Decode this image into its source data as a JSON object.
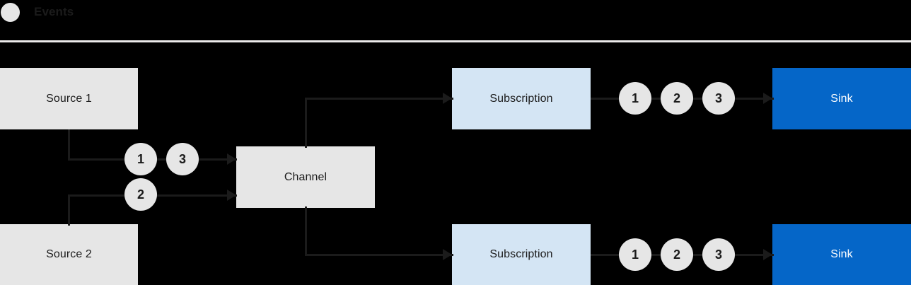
{
  "legend": {
    "marker_icon": "event-circle-icon",
    "label": "Events",
    "marker_color": "#e6e6e6"
  },
  "colors": {
    "background": "#000000",
    "source_box": "#e6e6e6",
    "channel_box": "#e6e6e6",
    "subscription_box": "#d4e5f4",
    "sink_box": "#0566c8",
    "sink_text": "#ffffff",
    "connector": "#1b1b1b",
    "divider": "#eceaea",
    "event_dot": "#e6e6e6"
  },
  "diagram": {
    "sources": [
      {
        "label": "Source 1"
      },
      {
        "label": "Source 2"
      }
    ],
    "channel": {
      "label": "Channel"
    },
    "subscriptions": [
      {
        "label": "Subscription"
      },
      {
        "label": "Subscription"
      }
    ],
    "sinks": [
      {
        "label": "Sink"
      },
      {
        "label": "Sink"
      }
    ],
    "ingress_events": {
      "source1_stream": [
        "1",
        "3"
      ],
      "source2_stream": [
        "2"
      ]
    },
    "egress_events": {
      "subscription1_stream": [
        "1",
        "2",
        "3"
      ],
      "subscription2_stream": [
        "1",
        "2",
        "3"
      ]
    }
  }
}
